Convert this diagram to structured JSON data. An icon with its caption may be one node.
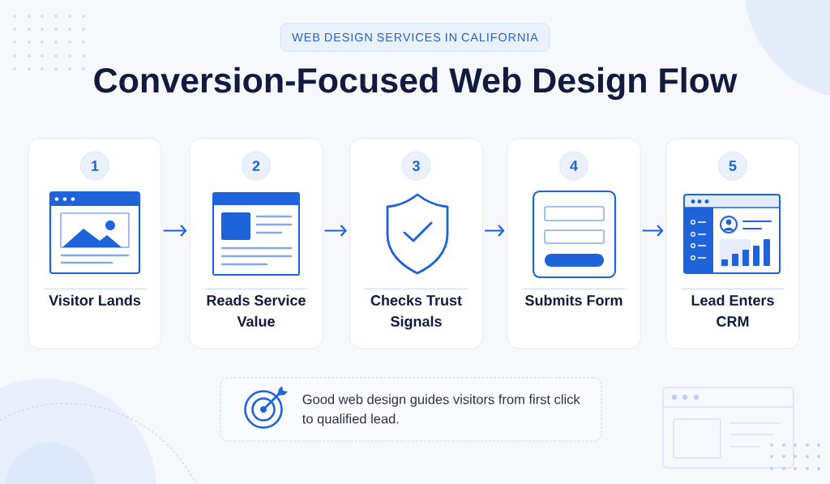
{
  "diagram": {
    "title": "Conversion-Focused Web Design Flow",
    "nodes": [
      {
        "text": [
          "WEB DESIGN SERVICES IN CALIFORNIA"
        ]
      },
      {
        "text": [
          "Visitor Lands"
        ]
      },
      {
        "text": [
          "1"
        ],
        "in": 1
      },
      {
        "text": [
          "Reads Service Value"
        ]
      },
      {
        "text": [
          "2"
        ],
        "in": 3
      },
      {
        "text": [
          "Checks Trust Signals"
        ]
      },
      {
        "text": [
          "3"
        ],
        "in": 5
      },
      {
        "text": [
          "Submits Form"
        ]
      },
      {
        "text": [
          "4"
        ],
        "in": 7
      },
      {
        "text": [
          "Lead Enters CRM"
        ]
      },
      {
        "text": [
          "5"
        ],
        "in": 9
      },
      {
        "text": [
          "Good web design guides visitors from first click to qualified lead."
        ]
      }
    ],
    "edges": [
      {
        "from": 1,
        "to": 3,
        "arrow": "to"
      },
      {
        "from": 3,
        "to": 5,
        "arrow": "to"
      },
      {
        "from": 5,
        "to": 7,
        "arrow": "to"
      },
      {
        "from": 7,
        "to": 9,
        "arrow": "to"
      }
    ]
  }
}
